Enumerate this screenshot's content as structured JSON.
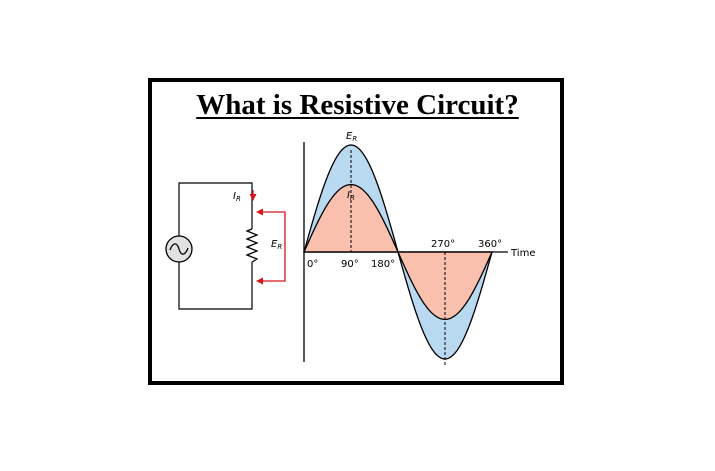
{
  "title": "What is Resistive Circuit?",
  "labels": {
    "voltage_peak": "E",
    "voltage_sub": "R",
    "current_peak": "I",
    "current_sub": "R",
    "circuit_current": "I",
    "circuit_current_sub": "R",
    "circuit_voltage": "E",
    "circuit_voltage_sub": "R",
    "deg_0": "0°",
    "deg_90": "90°",
    "deg_180": "180°",
    "deg_270": "270°",
    "deg_360": "360°",
    "time_axis": "Time"
  },
  "colors": {
    "voltage_fill": "#b9d9f1",
    "current_fill": "#f8c0ad",
    "arrow": "#d8161c",
    "outline": "#000000",
    "source_fill": "#e2e2e2"
  },
  "waveforms": {
    "voltage_amplitude": 1.0,
    "current_amplitude": 0.63,
    "phase_difference_deg": 0
  }
}
